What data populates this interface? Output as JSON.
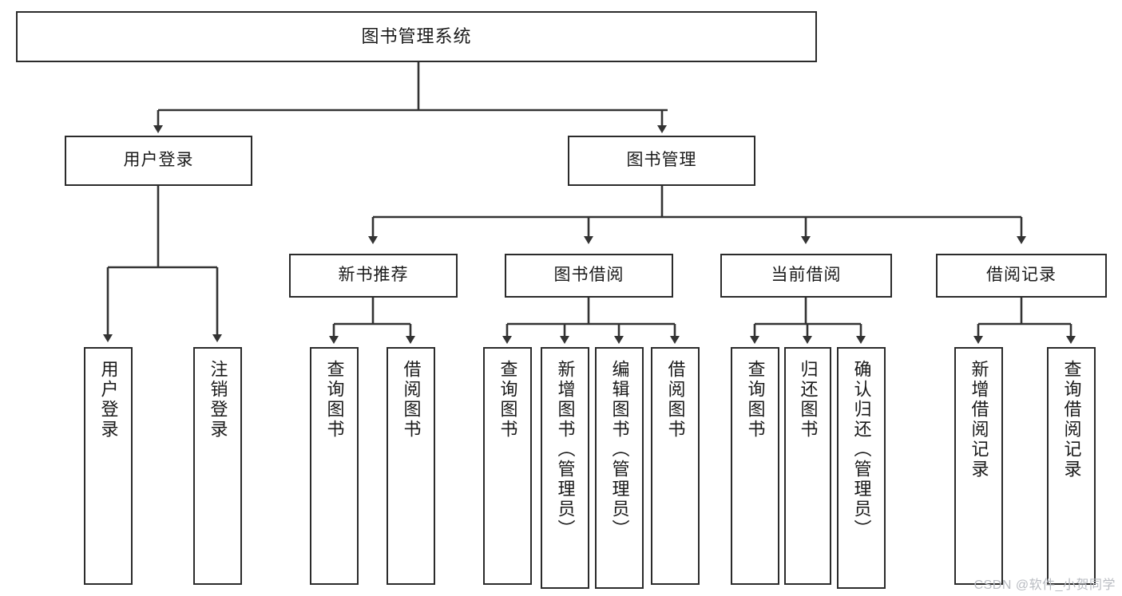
{
  "diagram": {
    "title": "图书管理系统",
    "type": "tree",
    "watermark": "CSDN @软件_小贺同学",
    "colors": {
      "box_border": "#2b2b2b",
      "box_fill": "#ffffff",
      "edge": "#333333",
      "background": "#ffffff",
      "watermark": "#b9bcc2"
    },
    "nodes": {
      "root": {
        "label": "图书管理系统",
        "level": 1,
        "orientation": "horizontal"
      },
      "user_login": {
        "label": "用户登录",
        "level": 2,
        "orientation": "horizontal"
      },
      "book_manage": {
        "label": "图书管理",
        "level": 2,
        "orientation": "horizontal"
      },
      "new_book_rec": {
        "label": "新书推荐",
        "level": 3,
        "orientation": "horizontal"
      },
      "book_borrow": {
        "label": "图书借阅",
        "level": 3,
        "orientation": "horizontal"
      },
      "current_borrow": {
        "label": "当前借阅",
        "level": 3,
        "orientation": "horizontal"
      },
      "borrow_record": {
        "label": "借阅记录",
        "level": 3,
        "orientation": "horizontal"
      },
      "leaf_user_login": {
        "label": "用户登录",
        "level": 3,
        "orientation": "vertical"
      },
      "leaf_logout": {
        "label": "注销登录",
        "level": 3,
        "orientation": "vertical"
      },
      "leaf_query_book_1": {
        "label": "查询图书",
        "level": 4,
        "orientation": "vertical"
      },
      "leaf_borrow_book_1": {
        "label": "借阅图书",
        "level": 4,
        "orientation": "vertical"
      },
      "leaf_query_book_2": {
        "label": "查询图书",
        "level": 4,
        "orientation": "vertical"
      },
      "leaf_add_book": {
        "label": "新增图书（管理员）",
        "level": 4,
        "orientation": "vertical"
      },
      "leaf_edit_book": {
        "label": "编辑图书（管理员）",
        "level": 4,
        "orientation": "vertical"
      },
      "leaf_borrow_book_2": {
        "label": "借阅图书",
        "level": 4,
        "orientation": "vertical"
      },
      "leaf_query_book_3": {
        "label": "查询图书",
        "level": 4,
        "orientation": "vertical"
      },
      "leaf_return_book": {
        "label": "归还图书",
        "level": 4,
        "orientation": "vertical"
      },
      "leaf_confirm_return": {
        "label": "确认归还（管理员）",
        "level": 4,
        "orientation": "vertical"
      },
      "leaf_add_record": {
        "label": "新增借阅记录",
        "level": 4,
        "orientation": "vertical"
      },
      "leaf_query_record": {
        "label": "查询借阅记录",
        "level": 4,
        "orientation": "vertical"
      }
    },
    "edges": [
      {
        "from": "root",
        "to": "user_login"
      },
      {
        "from": "root",
        "to": "book_manage"
      },
      {
        "from": "user_login",
        "to": "leaf_user_login"
      },
      {
        "from": "user_login",
        "to": "leaf_logout"
      },
      {
        "from": "book_manage",
        "to": "new_book_rec"
      },
      {
        "from": "book_manage",
        "to": "book_borrow"
      },
      {
        "from": "book_manage",
        "to": "current_borrow"
      },
      {
        "from": "book_manage",
        "to": "borrow_record"
      },
      {
        "from": "new_book_rec",
        "to": "leaf_query_book_1"
      },
      {
        "from": "new_book_rec",
        "to": "leaf_borrow_book_1"
      },
      {
        "from": "book_borrow",
        "to": "leaf_query_book_2"
      },
      {
        "from": "book_borrow",
        "to": "leaf_add_book"
      },
      {
        "from": "book_borrow",
        "to": "leaf_edit_book"
      },
      {
        "from": "book_borrow",
        "to": "leaf_borrow_book_2"
      },
      {
        "from": "current_borrow",
        "to": "leaf_query_book_3"
      },
      {
        "from": "current_borrow",
        "to": "leaf_return_book"
      },
      {
        "from": "current_borrow",
        "to": "leaf_confirm_return"
      },
      {
        "from": "borrow_record",
        "to": "leaf_add_record"
      },
      {
        "from": "borrow_record",
        "to": "leaf_query_record"
      }
    ]
  }
}
